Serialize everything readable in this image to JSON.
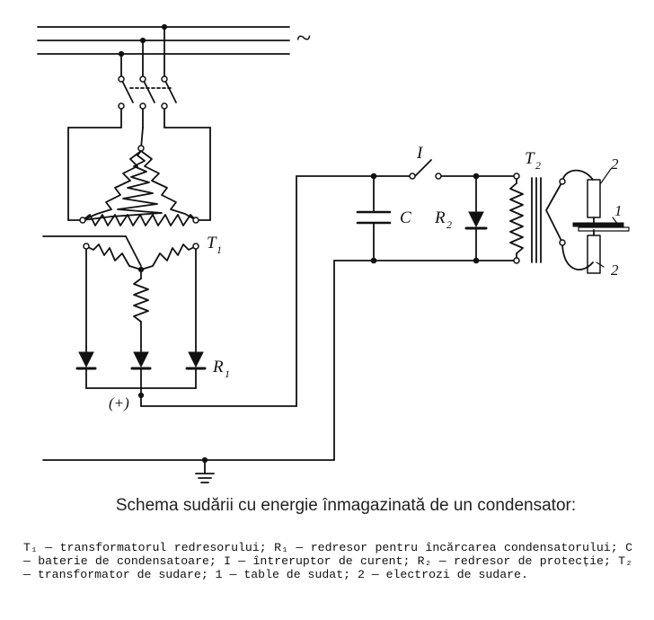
{
  "diagram": {
    "labels": {
      "ac_symbol": "~",
      "t1": "T",
      "t1_sub": "1",
      "r1": "R",
      "r1_sub": "1",
      "plus": "(+)",
      "switch": "I",
      "c": "C",
      "r2": "R",
      "r2_sub": "2",
      "t2": "T",
      "t2_sub": "2",
      "n2_top": "2",
      "n1": "1",
      "n2_bottom": "2"
    }
  },
  "caption": {
    "title": "Schema sudării cu energie înmagazinată de un condensator:",
    "legend": "T₁ — transformatorul redresorului; R₁ — redresor pentru încărcarea condensatorului; C — baterie de condensatoare; I — întreruptor de curent; R₂ — redresor de protecție; T₂ — transformator de sudare; 1 — table de sudat; 2 — electrozi de sudare."
  }
}
